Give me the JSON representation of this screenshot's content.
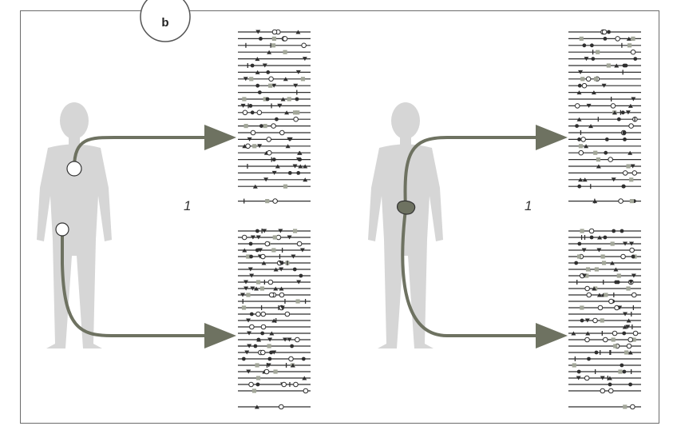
{
  "panel_label": "b",
  "number_labels": [
    "1",
    "1"
  ],
  "colors": {
    "figure": "#d6d6d6",
    "arrow": "#6e7261",
    "line": "#2f2f2f",
    "marker_dark": "#2f2f2f",
    "marker_light": "#a3a79a",
    "frame": "#6b6b6b"
  },
  "panels": [
    {
      "id": "left",
      "sample_sites": [
        "upper-torso-circle",
        "hip-circle"
      ],
      "tumor": false
    },
    {
      "id": "right",
      "sample_sites": [],
      "tumor": true
    }
  ]
}
